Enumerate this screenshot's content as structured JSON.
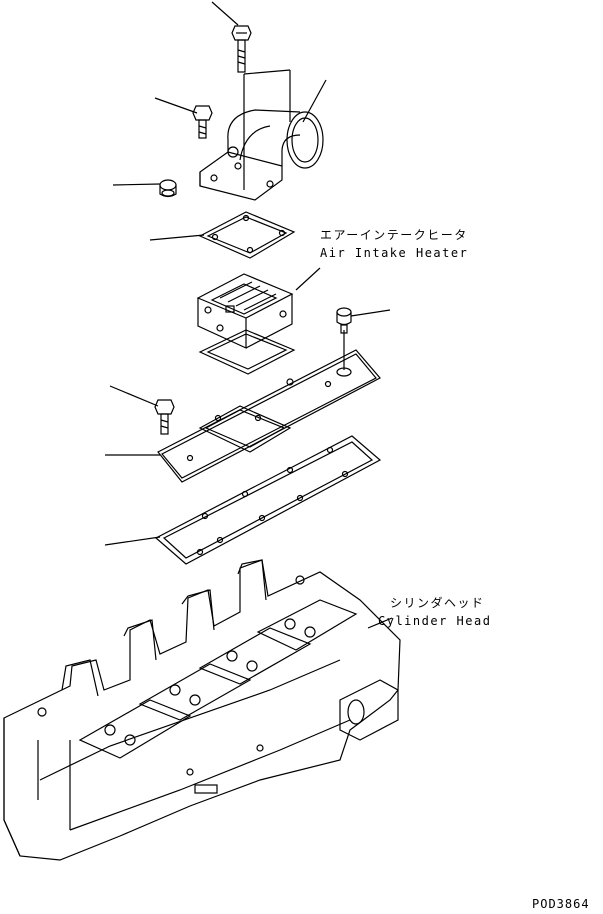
{
  "labels": {
    "air_intake_heater_jp": "エアーインテークヒータ",
    "air_intake_heater_en": "Air Intake Heater",
    "cylinder_head_jp": "シリンダヘッド",
    "cylinder_head_en": "Cylinder Head",
    "drawing_code": "POD3864"
  }
}
